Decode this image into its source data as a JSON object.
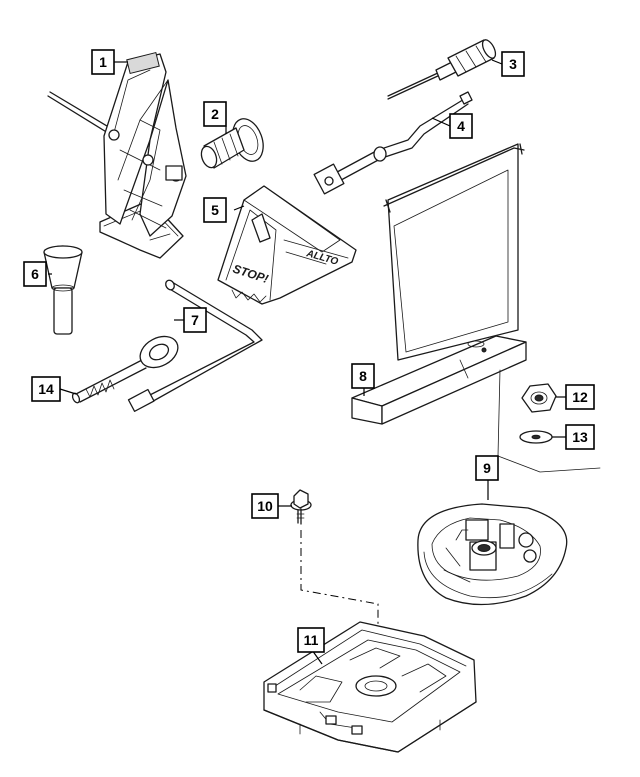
{
  "diagram": {
    "callouts": [
      {
        "id": "callout-1",
        "label": "1"
      },
      {
        "id": "callout-2",
        "label": "2"
      },
      {
        "id": "callout-3",
        "label": "3"
      },
      {
        "id": "callout-4",
        "label": "4"
      },
      {
        "id": "callout-5",
        "label": "5"
      },
      {
        "id": "callout-6",
        "label": "6"
      },
      {
        "id": "callout-7",
        "label": "7"
      },
      {
        "id": "callout-8",
        "label": "8"
      },
      {
        "id": "callout-9",
        "label": "9"
      },
      {
        "id": "callout-10",
        "label": "10"
      },
      {
        "id": "callout-11",
        "label": "11"
      },
      {
        "id": "callout-12",
        "label": "12"
      },
      {
        "id": "callout-13",
        "label": "13"
      },
      {
        "id": "callout-14",
        "label": "14"
      }
    ],
    "parts": {
      "1": "scissor-jack",
      "2": "wheel-lock-key",
      "3": "screwdriver",
      "4": "tow-hook-handle",
      "5": "wheel-chock",
      "6": "handle-knob",
      "7": "lug-wrench",
      "8": "tool-bag",
      "9": "spare-tire-foam-insert",
      "10": "retainer-bolt",
      "11": "tool-storage-tray",
      "12": "hex-nut",
      "13": "washer",
      "14": "eye-bolt"
    },
    "chock_lettering": [
      "STOP!",
      "ALLTO"
    ]
  }
}
